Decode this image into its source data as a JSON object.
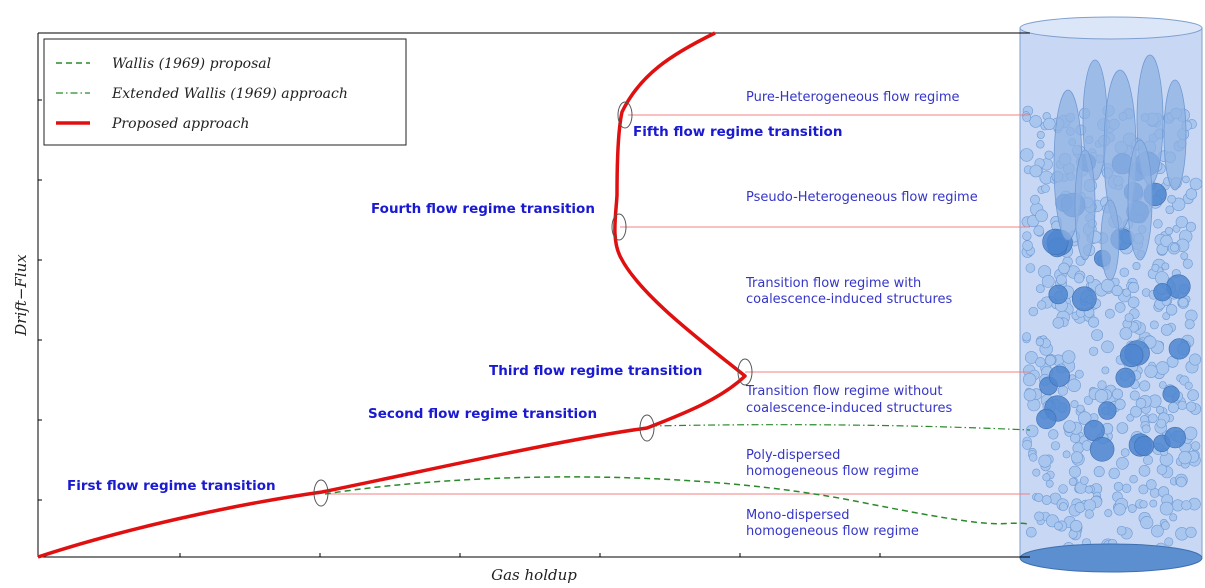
{
  "axes": {
    "x_label": "Gas holdup",
    "y_label": "Drift−Flux"
  },
  "legend": [
    {
      "label": "Wallis (1969) proposal",
      "style": "dashed",
      "color": "#2a8a2a"
    },
    {
      "label": "Extended Wallis (1969) approach",
      "style": "dashdot",
      "color": "#2a8a2a"
    },
    {
      "label": "Proposed approach",
      "style": "solid",
      "color": "#e01010"
    }
  ],
  "transitions": [
    {
      "label": "First flow regime transition"
    },
    {
      "label": "Second flow regime transition"
    },
    {
      "label": "Third flow regime transition"
    },
    {
      "label": "Fourth flow regime transition"
    },
    {
      "label": "Fifth flow regime transition"
    }
  ],
  "regimes": [
    {
      "lines": [
        "Pure-Heterogeneous flow regime"
      ]
    },
    {
      "lines": [
        "Pseudo-Heterogeneous flow regime"
      ]
    },
    {
      "lines": [
        "Transition flow regime with",
        "coalescence-induced structures"
      ]
    },
    {
      "lines": [
        "Transition flow regime without",
        "coalescence-induced structures"
      ]
    },
    {
      "lines": [
        "Poly-dispersed",
        "homogeneous flow regime"
      ]
    },
    {
      "lines": [
        "Mono-dispersed",
        "homogeneous flow regime"
      ]
    }
  ],
  "colors": {
    "proposed": "#e01010",
    "wallis": "#2a8a2a",
    "boundary": "#f08080",
    "column_fill": "#c8d8f4",
    "bubble": "#a9c6ee",
    "bubble_stroke": "#6f99d4",
    "big_bubble": "#4f86d0",
    "base": "#5b8fd0"
  }
}
